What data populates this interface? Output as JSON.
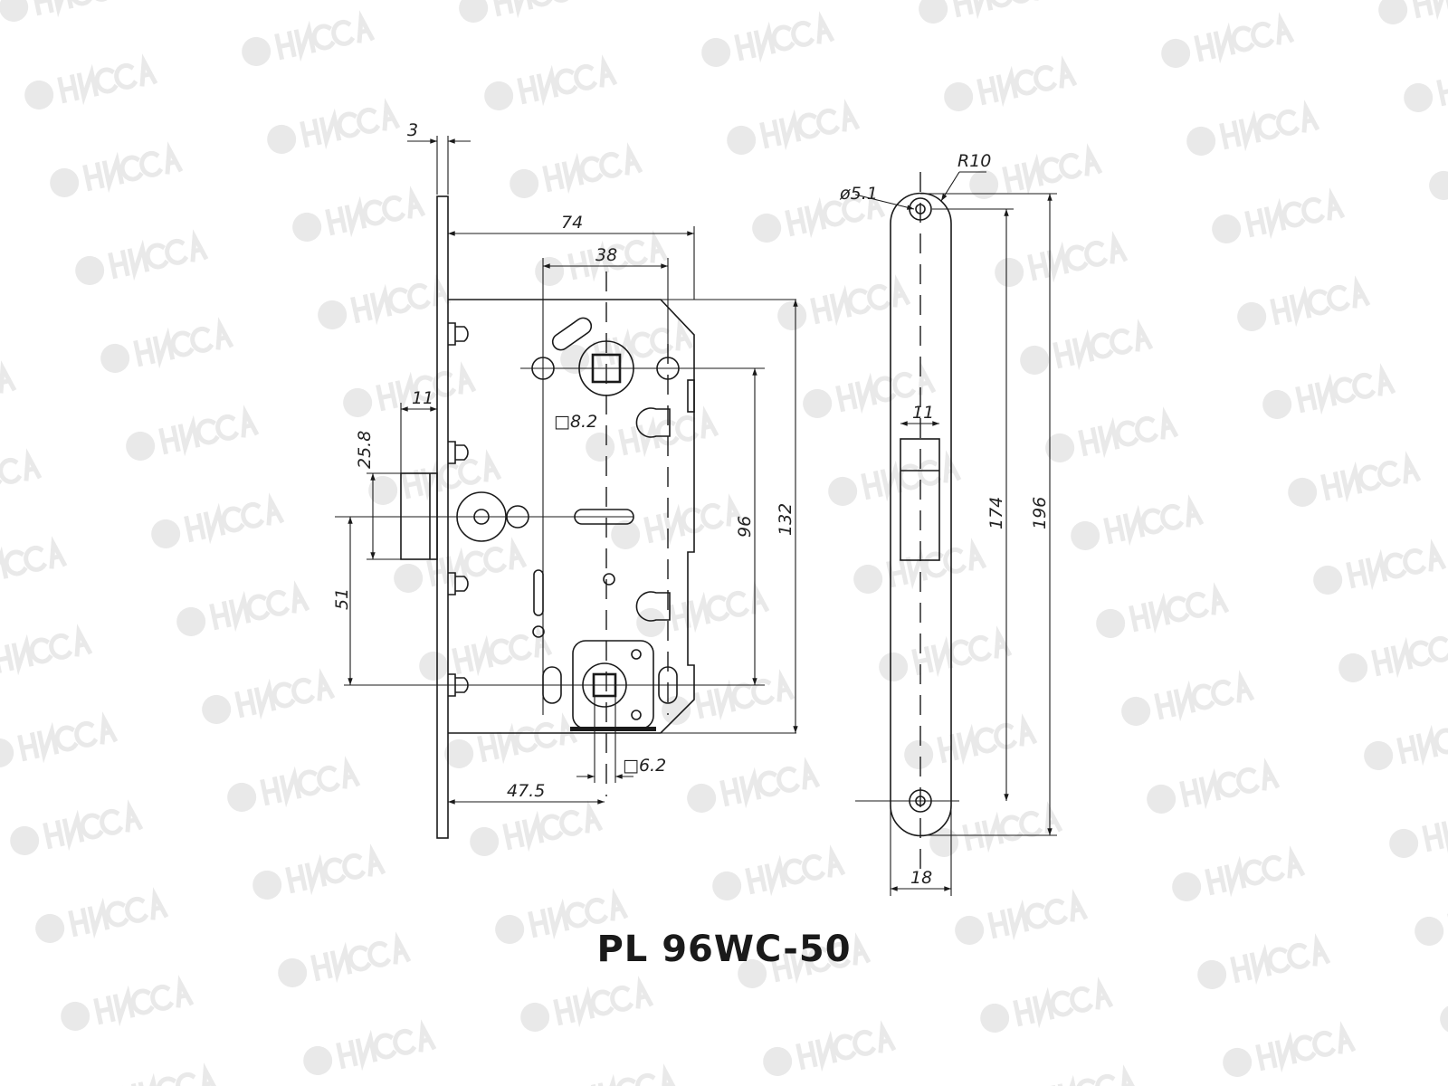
{
  "title": "PL 96WC-50",
  "watermark": "НИССА",
  "dimensions": {
    "faceplate_thickness": "3",
    "case_depth": "74",
    "backset_spacing": "38",
    "spindle_square": "□8.2",
    "latch_projection": "11",
    "latch_height": "25.8",
    "latch_to_lower": "51",
    "centre_distance": "96",
    "case_height": "132",
    "lower_square": "□6.2",
    "backset": "47.5",
    "hole_diameter": "ø5.1",
    "radius": "R10",
    "strike_opening": "11",
    "hole_spacing": "174",
    "plate_length": "196",
    "plate_width": "18"
  }
}
